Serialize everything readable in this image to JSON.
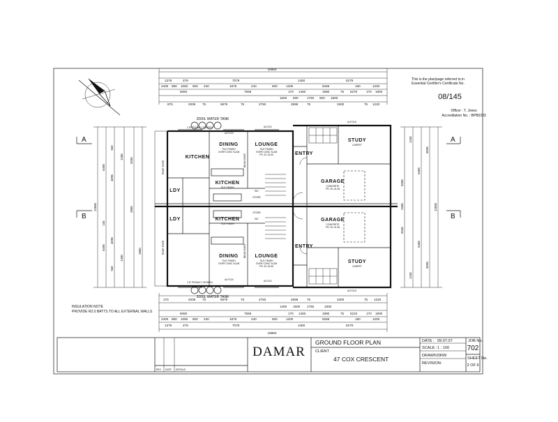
{
  "approval": {
    "line1": "This is the plan/page referred to in",
    "line2": "Essential Certifier's Certificate No.",
    "number": "08/145",
    "officer": "Officer : T. Jones",
    "accreditation": "Accreditation No. : BPB0203"
  },
  "sections": {
    "a": "A",
    "b": "B"
  },
  "rooms": {
    "dining": "DINING",
    "lounge": "LOUNGE",
    "kitchen": "KITCHEN",
    "ldy": "LDY",
    "entry": "ENTRY",
    "study": "STUDY",
    "garage": "GARAGE",
    "wc": "WC",
    "store": "STORE",
    "tile_finish": "TILE FINISH",
    "over_slab": "OVER CONC SLAB",
    "ffl": "FFL EL 24.50",
    "concrete": "CONCRETE",
    "carpet": "CARPET",
    "garage_ffl": "FFL EL 24.35"
  },
  "labels": {
    "water_tank": "2000L WATER TANK",
    "aj_top": "ALFG24",
    "aj_top2": "ALF221",
    "al_right": "ALFG18",
    "privacy_screen": "1.8° PRIVACY SCREEN",
    "beam_over": "BEAM OVER",
    "roof_over": "ROOF OVER"
  },
  "dims": {
    "overall": "19960",
    "top_row1": [
      "1379",
      "279",
      "7079",
      "1450",
      "5279"
    ],
    "top_row2": [
      "2400",
      "880",
      "1050",
      "600",
      "240",
      "1875",
      "240",
      "600",
      "1200",
      "5266",
      "180",
      "1200"
    ],
    "top_row3": [
      "5060",
      "7559",
      "170",
      "1450",
      "1980",
      "75",
      "5270",
      "170",
      "1800"
    ],
    "top_row4": [
      "1500",
      "600",
      "1750",
      "600",
      "1800"
    ],
    "top_row5": [
      "875",
      "2009",
      "75",
      "5879",
      "75",
      "2750",
      "2599",
      "75",
      "3400",
      "75",
      "1220"
    ],
    "bottom_row1": [
      "170",
      "2009",
      "75",
      "5879",
      "75",
      "2750",
      "2599",
      "75",
      "3400",
      "75",
      "1220"
    ],
    "bottom_row2": [
      "1400",
      "1600",
      "1750",
      "1800"
    ],
    "bottom_row3": [
      "5060",
      "7559",
      "170",
      "1450",
      "1980",
      "75",
      "5210",
      "170",
      "1800"
    ],
    "bottom_row4": [
      "2400",
      "880",
      "1050",
      "600",
      "240",
      "1875",
      "240",
      "600",
      "1200",
      "5266",
      "180",
      "1200"
    ],
    "bottom_row5": [
      "1379",
      "279",
      "7079",
      "1450",
      "5279"
    ],
    "left_overall": "12550",
    "left_top": [
      "6495",
      "940",
      "4095",
      "1390"
    ],
    "left_bottom": [
      "6495",
      "140",
      "940",
      "4095",
      "1390"
    ],
    "left_mid": [
      "5250",
      "2850",
      "3960"
    ],
    "right_overall": "12550",
    "right_top": [
      "5095",
      "6455",
      "1340"
    ],
    "right_bottom": [
      "5095",
      "6455",
      "1340"
    ],
    "right_mid": [
      "5250",
      "5240",
      "2350"
    ]
  },
  "notes": {
    "insulation_title": "INSULATION NOTE",
    "insulation_text": "PROVIDE R2.0 BATTS TO ALL EXTERNAL WALLS"
  },
  "title_block": {
    "company": "DAMAR",
    "drawing": "GROUND FLOOR PLAN",
    "client_label": "CLIENT",
    "client": "47 COX CRESCENT",
    "date_label": "DATE :",
    "date": "09.07.07",
    "scale_label": "SCALE :",
    "scale": "1 : 100",
    "drawn_label": "DRAWN :",
    "drawn": "DRW",
    "revision_label": "REVISION:",
    "job_label": "JOB No.",
    "job": "702",
    "sheet_label": "SHEET No.",
    "sheet": "2 OF 9",
    "rev_label": "REV",
    "date_col": "DATE",
    "details_col": "DETAILS"
  }
}
